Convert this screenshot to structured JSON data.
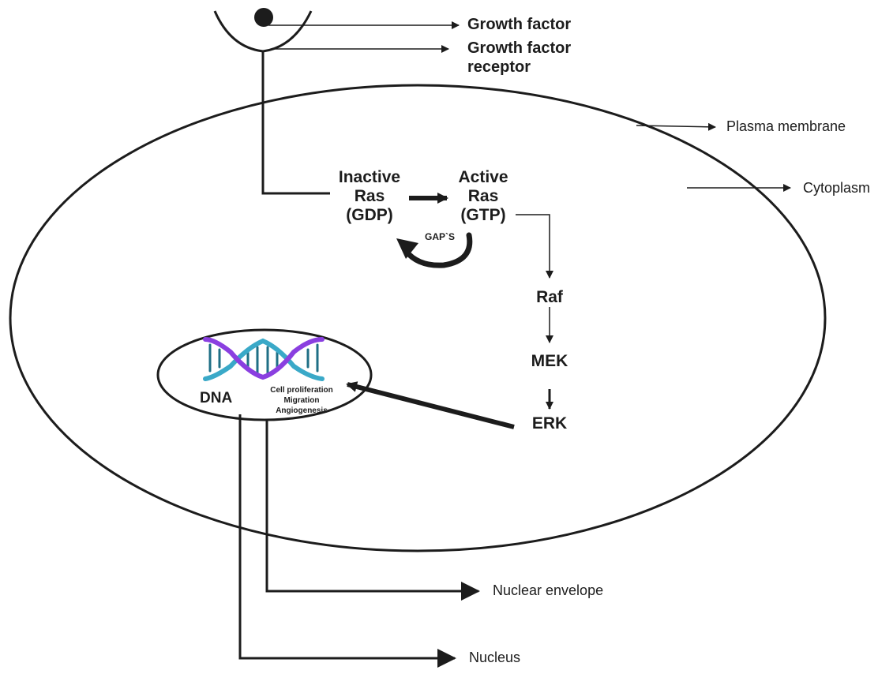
{
  "colors": {
    "line": "#1c1c1c",
    "dna_strand_a": "#8a3fe0",
    "dna_strand_b": "#3aa9c8",
    "dna_rungs": "#1f6f86"
  },
  "labels": {
    "growth_factor": "Growth factor",
    "growth_factor_receptor_line1": "Growth factor",
    "growth_factor_receptor_line2": "receptor",
    "plasma_membrane": "Plasma membrane",
    "cytoplasm": "Cytoplasm",
    "nuclear_envelope": "Nuclear envelope",
    "nucleus": "Nucleus"
  },
  "pathway": {
    "inactive_ras": [
      "Inactive",
      "Ras",
      "(GDP)"
    ],
    "active_ras": [
      "Active",
      "Ras",
      "(GTP)"
    ],
    "gaps": "GAP`S",
    "raf": "Raf",
    "mek": "MEK",
    "erk": "ERK"
  },
  "nucleus": {
    "dna": "DNA",
    "outcomes": [
      "Cell proliferation",
      "Migration",
      "Angiogenesis"
    ]
  }
}
